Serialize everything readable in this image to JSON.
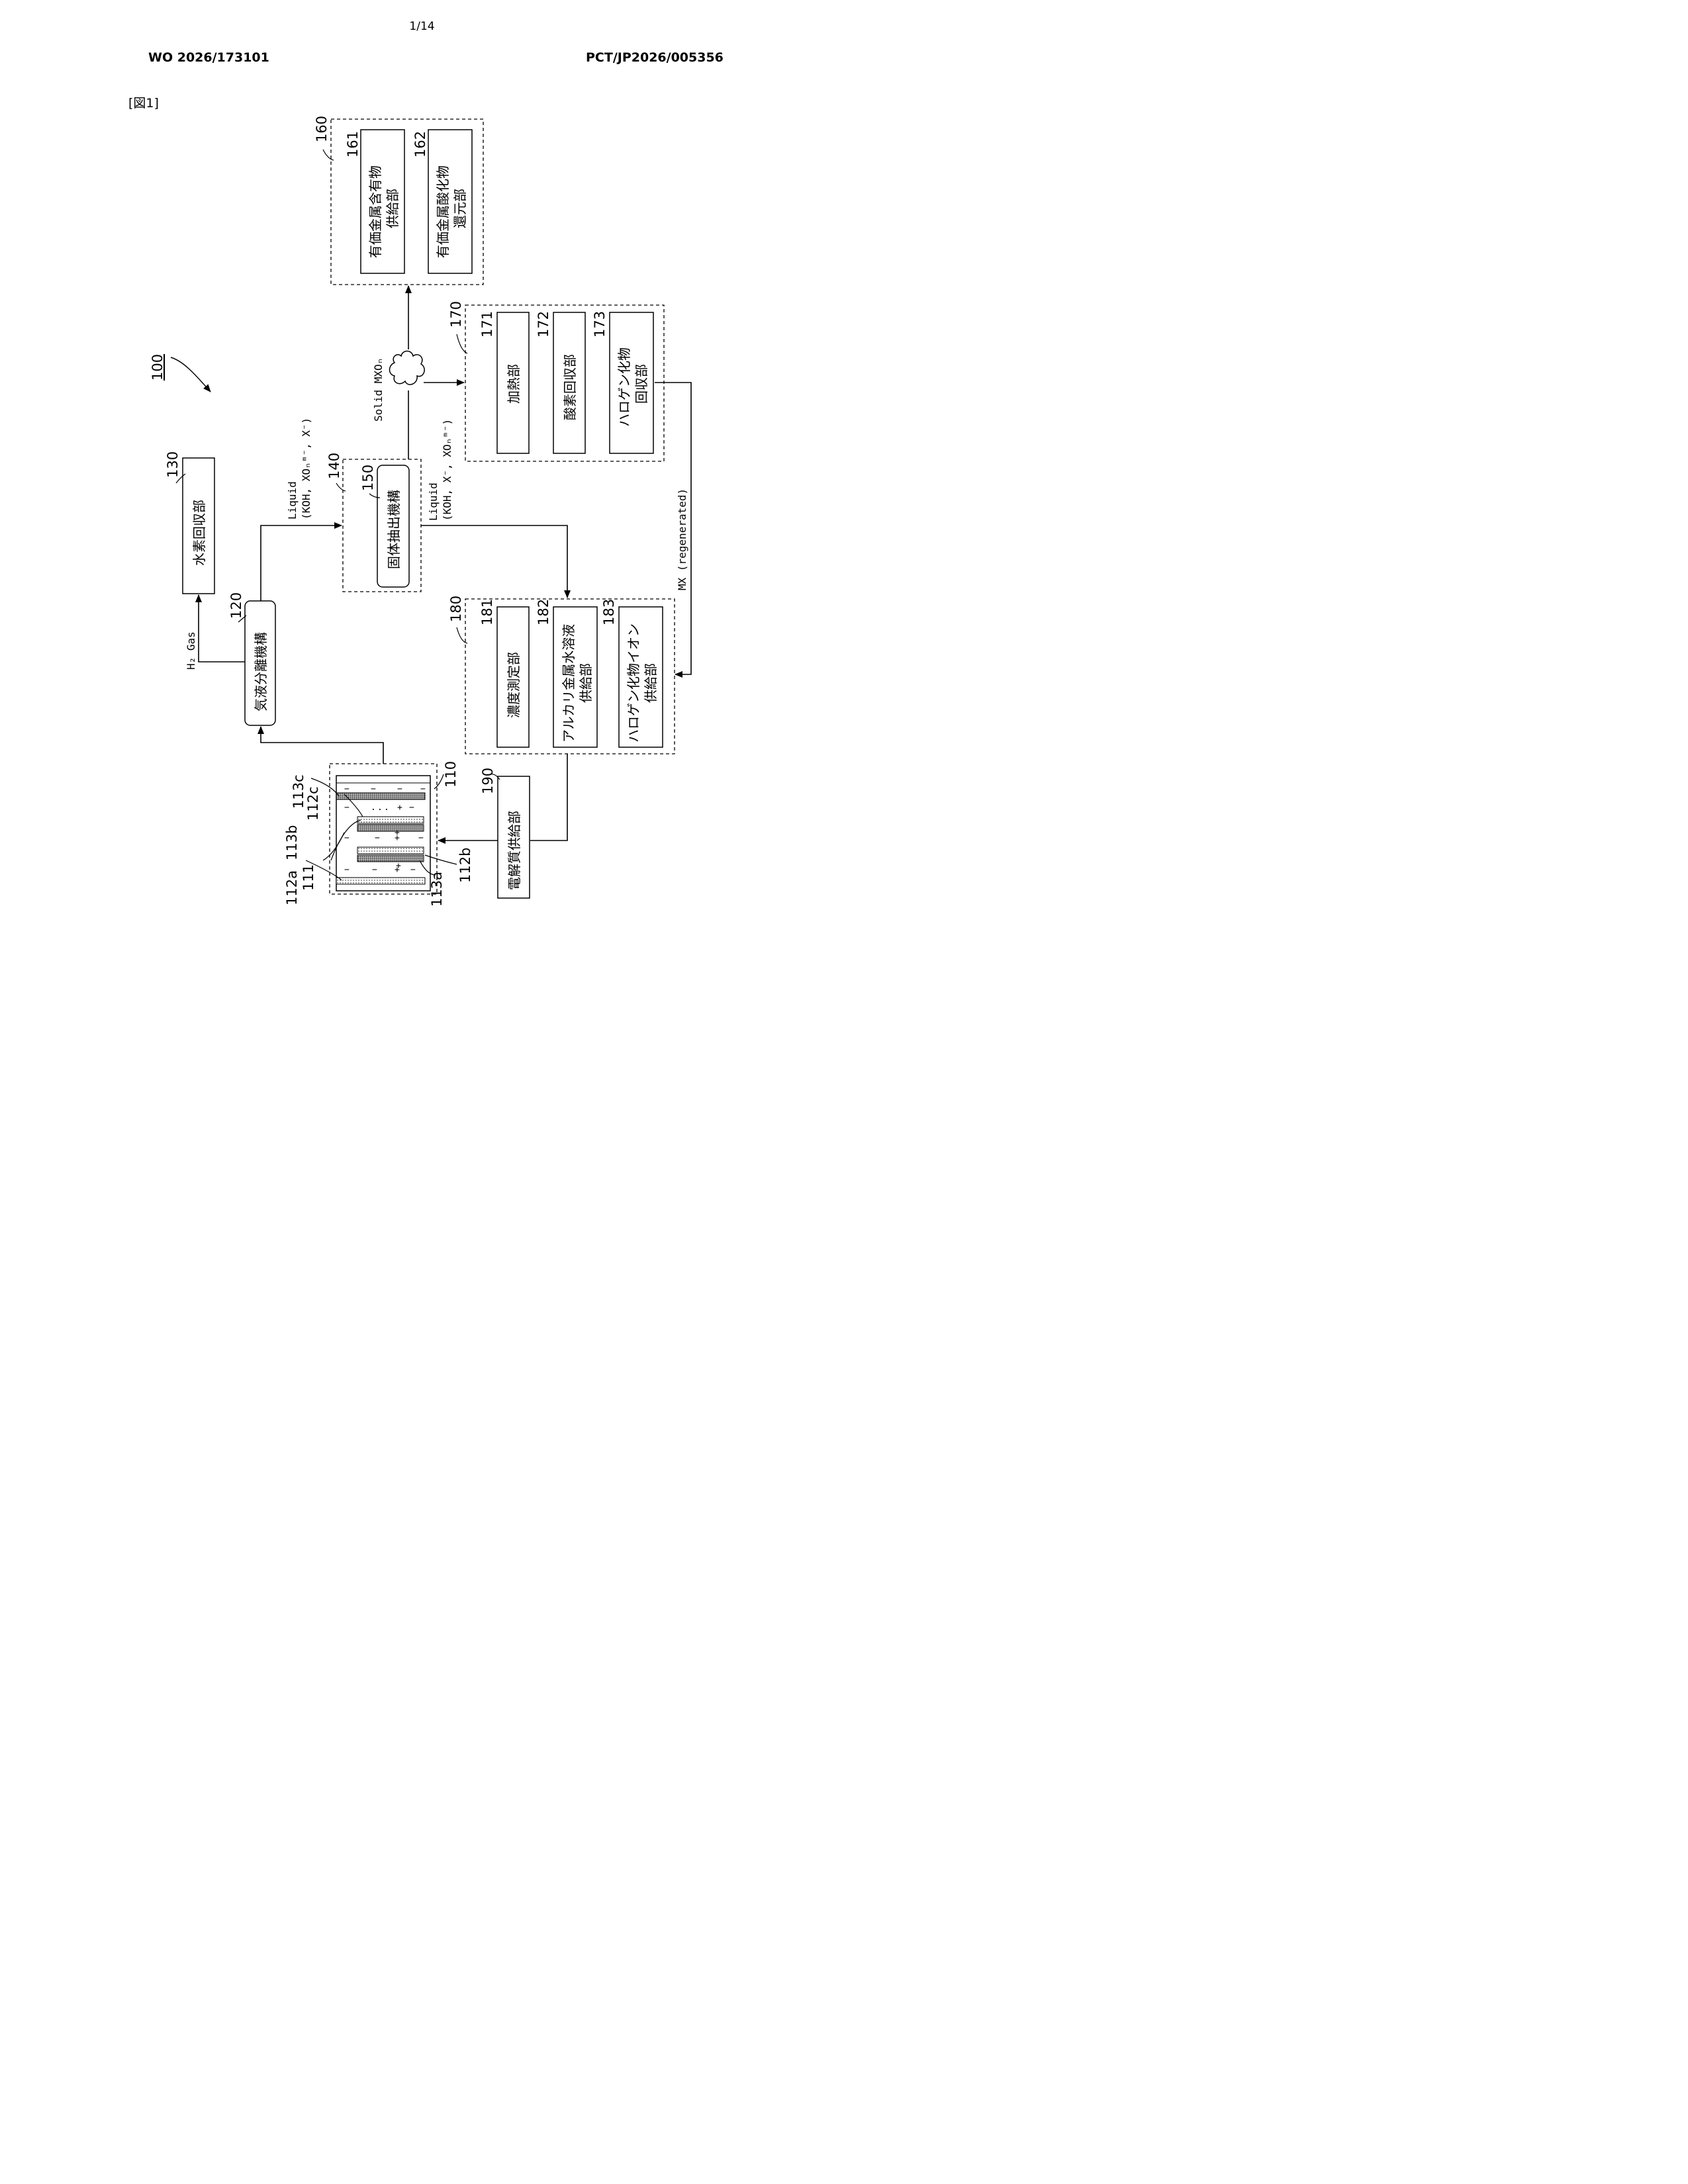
{
  "header": {
    "page_number": "1/14",
    "publication_number": "WO 2026/173101",
    "application_number": "PCT/JP2026/005356",
    "figure_label": "[図1]"
  },
  "system": {
    "ref": "100"
  },
  "components": {
    "c110": {
      "ref": "110"
    },
    "c111": {
      "ref": "111"
    },
    "c112a": {
      "ref": "112a"
    },
    "c112b": {
      "ref": "112b"
    },
    "c112c": {
      "ref": "112c"
    },
    "c113a": {
      "ref": "113a"
    },
    "c113b": {
      "ref": "113b"
    },
    "c113c": {
      "ref": "113c"
    },
    "c120": {
      "ref": "120",
      "label": "気液分離機構"
    },
    "c130": {
      "ref": "130",
      "label": "水素回収部"
    },
    "c140": {
      "ref": "140"
    },
    "c150": {
      "ref": "150",
      "label": "固体抽出機構"
    },
    "c160": {
      "ref": "160"
    },
    "c161": {
      "ref": "161",
      "label_line1": "有価金属含有物",
      "label_line2": "供給部"
    },
    "c162": {
      "ref": "162",
      "label_line1": "有価金属酸化物",
      "label_line2": "還元部"
    },
    "c170": {
      "ref": "170"
    },
    "c171": {
      "ref": "171",
      "label": "加熱部"
    },
    "c172": {
      "ref": "172",
      "label": "酸素回収部"
    },
    "c173": {
      "ref": "173",
      "label_line1": "ハロゲン化物",
      "label_line2": "回収部"
    },
    "c180": {
      "ref": "180"
    },
    "c181": {
      "ref": "181",
      "label": "濃度測定部"
    },
    "c182": {
      "ref": "182",
      "label_line1": "アルカリ金属水溶液",
      "label_line2": "供給部"
    },
    "c183": {
      "ref": "183",
      "label_line1": "ハロゲン化物イオン",
      "label_line2": "供給部"
    },
    "c190": {
      "ref": "190",
      "label": "電解質供給部"
    }
  },
  "flows": {
    "h2_gas": "H₂ Gas",
    "liquid_top": "Liquid",
    "liquid_top_species": "(KOH, XOₙᵐ⁻, X⁻)",
    "liquid_bottom": "Liquid",
    "liquid_bottom_species": "(KOH, X⁻, XOₙᵐ⁻)",
    "solid": "Solid MXOₙ",
    "mx": "MX (regenerated)"
  }
}
